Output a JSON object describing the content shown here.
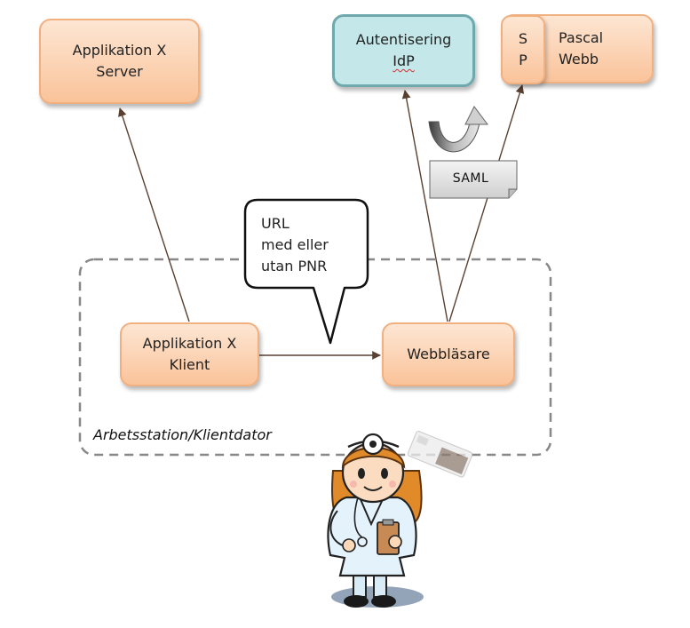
{
  "nodes": {
    "server": {
      "lines": [
        "Applikation X",
        "Server"
      ]
    },
    "idp": {
      "line1": "Autentisering",
      "line2": "IdP"
    },
    "pascal": {
      "sp_letters": [
        "S",
        "P"
      ],
      "lines": [
        "Pascal",
        "Webb"
      ]
    },
    "client": {
      "lines": [
        "Applikation X",
        "Klient"
      ]
    },
    "browser": {
      "label": "Webbläsare"
    }
  },
  "callout": {
    "lines": [
      "URL",
      "med eller",
      "utan PNR"
    ]
  },
  "token": {
    "label": "SAML"
  },
  "region": {
    "label": "Arbetsstation/Klientdator"
  },
  "colors": {
    "node_fill": "#fbd3b4",
    "node_border": "#f0b080",
    "idp_fill": "#c4e8ea",
    "idp_border": "#6fa9ad",
    "arrow": "#5a4030",
    "region_border": "#888888"
  },
  "icons": [
    "redirect-arrow-icon",
    "saml-document-icon",
    "id-card-icon",
    "doctor-figure-icon"
  ]
}
